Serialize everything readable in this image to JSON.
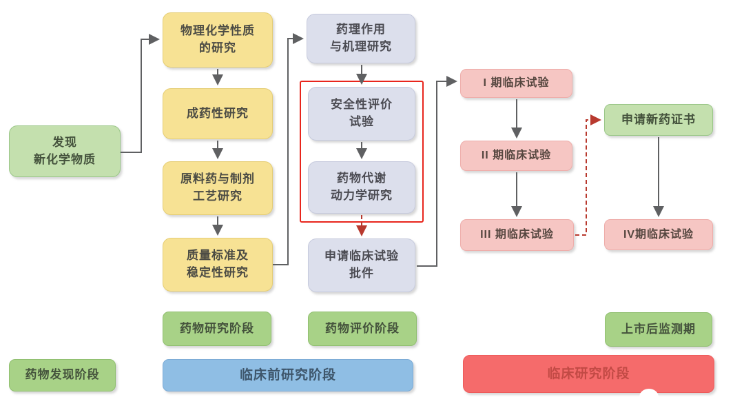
{
  "palette": {
    "yellow_fill": "#f7e294",
    "yellow_border": "#e5cd74",
    "green_fill": "#c4e0ae",
    "green_border": "#9bc789",
    "label_green_fill": "#a8d287",
    "label_green_border": "#90bf70",
    "lavender_fill": "#dcdfec",
    "lavender_border": "#c6cadd",
    "pink_fill": "#f6c6c3",
    "pink_border": "#eeadaa",
    "blue_bar_fill": "#8fbee4",
    "blue_bar_border": "#7cabd6",
    "red_bar_fill": "#f56b6b",
    "red_bar_border": "#ee5a5a",
    "arrow_gray": "#5f6062",
    "dashed_red": "#b8392e",
    "outline_red": "#e8251c",
    "text_dark": "#4b4b44",
    "text_green_dark": "#44523c",
    "text_blue_dark": "#3e566b",
    "text_red_dark": "#c24a45",
    "text_pink_dark": "#55463f"
  },
  "nodes": {
    "discover": {
      "label": "发现\n新化学物质"
    },
    "physchem": {
      "label": "物理化学性质\n的研究"
    },
    "druggability": {
      "label": "成药性研究"
    },
    "api_process": {
      "label": "原料药与制剂\n工艺研究"
    },
    "quality": {
      "label": "质量标准及\n稳定性研究"
    },
    "pharmacology": {
      "label": "药理作用\n与机理研究"
    },
    "safety": {
      "label": "安全性评价\n试验"
    },
    "pk": {
      "label": "药物代谢\n动力学研究"
    },
    "ind": {
      "label": "申请临床试验\n批件"
    },
    "phase1": {
      "label": "I 期临床试验"
    },
    "phase2": {
      "label": "II 期临床试验"
    },
    "phase3": {
      "label": "III 期临床试验"
    },
    "nda": {
      "label": "申请新药证书"
    },
    "phase4": {
      "label": "IV期临床试验"
    },
    "stage_research": {
      "label": "药物研究阶段"
    },
    "stage_eval": {
      "label": "药物评价阶段"
    },
    "stage_postmarket": {
      "label": "上市后监测期"
    },
    "bar_discovery": {
      "label": "药物发现阶段"
    },
    "bar_preclinical": {
      "label": "临床前研究阶段"
    },
    "bar_clinical": {
      "label": "临床研究阶段"
    }
  }
}
